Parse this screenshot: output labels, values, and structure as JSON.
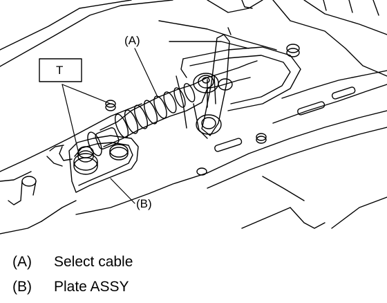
{
  "callouts": {
    "a": "(A)",
    "b": "(B)",
    "t": "T"
  },
  "legend": [
    {
      "key": "(A)",
      "text": "Select cable"
    },
    {
      "key": "(B)",
      "text": "Plate ASSY"
    }
  ]
}
